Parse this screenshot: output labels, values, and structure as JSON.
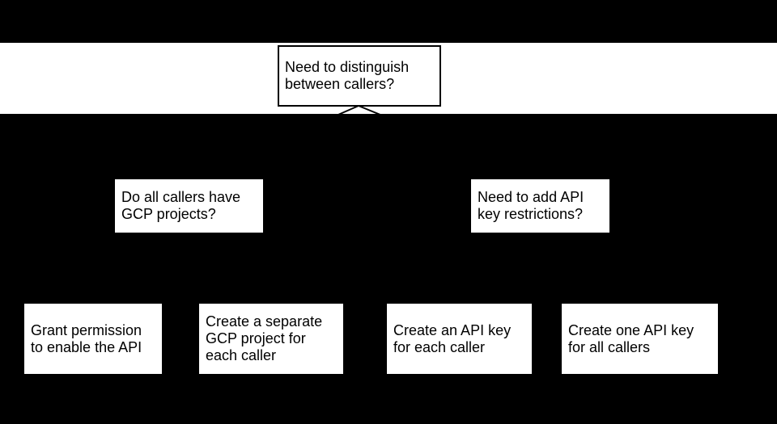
{
  "diagram": {
    "type": "flowchart",
    "nodes": {
      "root": {
        "text": "Need to distinguish\nbetween callers?"
      },
      "left_question": {
        "text": "Do all callers have\nGCP projects?"
      },
      "right_question": {
        "text": "Need to add API\nkey restrictions?"
      },
      "leaf_grant_permission": {
        "text": "Grant permission\nto enable the API"
      },
      "leaf_separate_project": {
        "text": "Create a separate\nGCP project for\neach caller"
      },
      "leaf_key_per_caller": {
        "text": "Create an API key\nfor each caller"
      },
      "leaf_key_all_callers": {
        "text": "Create one API key\nfor all callers"
      }
    },
    "colors": {
      "background": "#000000",
      "band": "#ffffff",
      "node_fill": "#ffffff",
      "node_border": "#000000",
      "text": "#000000",
      "connector": "#000000"
    }
  }
}
